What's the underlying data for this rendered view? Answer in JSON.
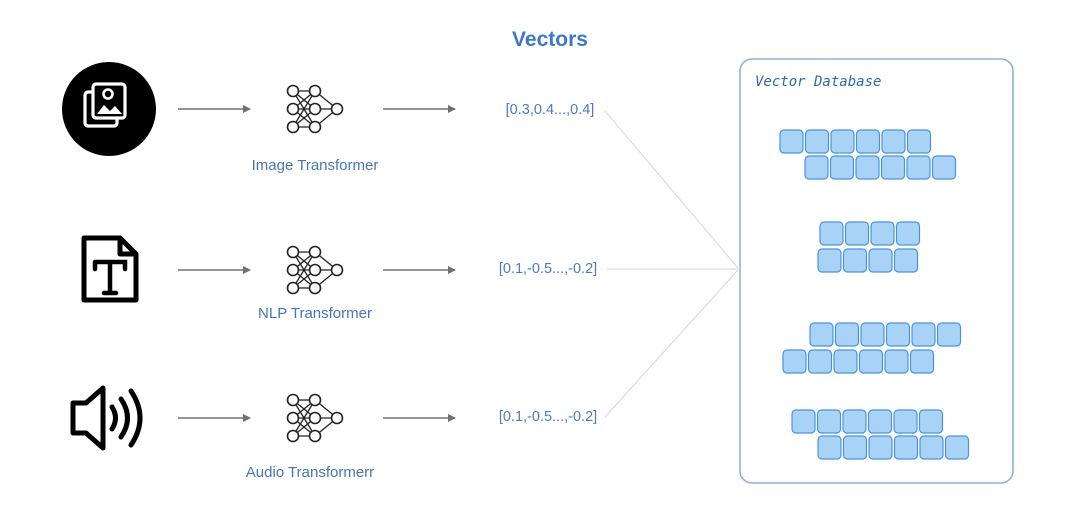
{
  "title": "Vectors",
  "database": {
    "title": "Vector Database"
  },
  "rows": [
    {
      "input_icon": "image-stack-icon",
      "model_icon": "neural-network-icon",
      "model_label": "Image Transformer",
      "vector": "[0.3,0.4...,0.4]"
    },
    {
      "input_icon": "text-document-icon",
      "model_icon": "neural-network-icon",
      "model_label": "NLP Transformer",
      "vector": "[0.1,-0.5...,-0.2]"
    },
    {
      "input_icon": "speaker-audio-icon",
      "model_icon": "neural-network-icon",
      "model_label": "Audio Transformerr",
      "vector": "[0.1,-0.5...,-0.2]"
    }
  ],
  "colors": {
    "accent": "#3f78c4",
    "cell_fill": "#a9d3f6",
    "cell_stroke": "#4a93da",
    "database_border": "#8fb3d6"
  }
}
